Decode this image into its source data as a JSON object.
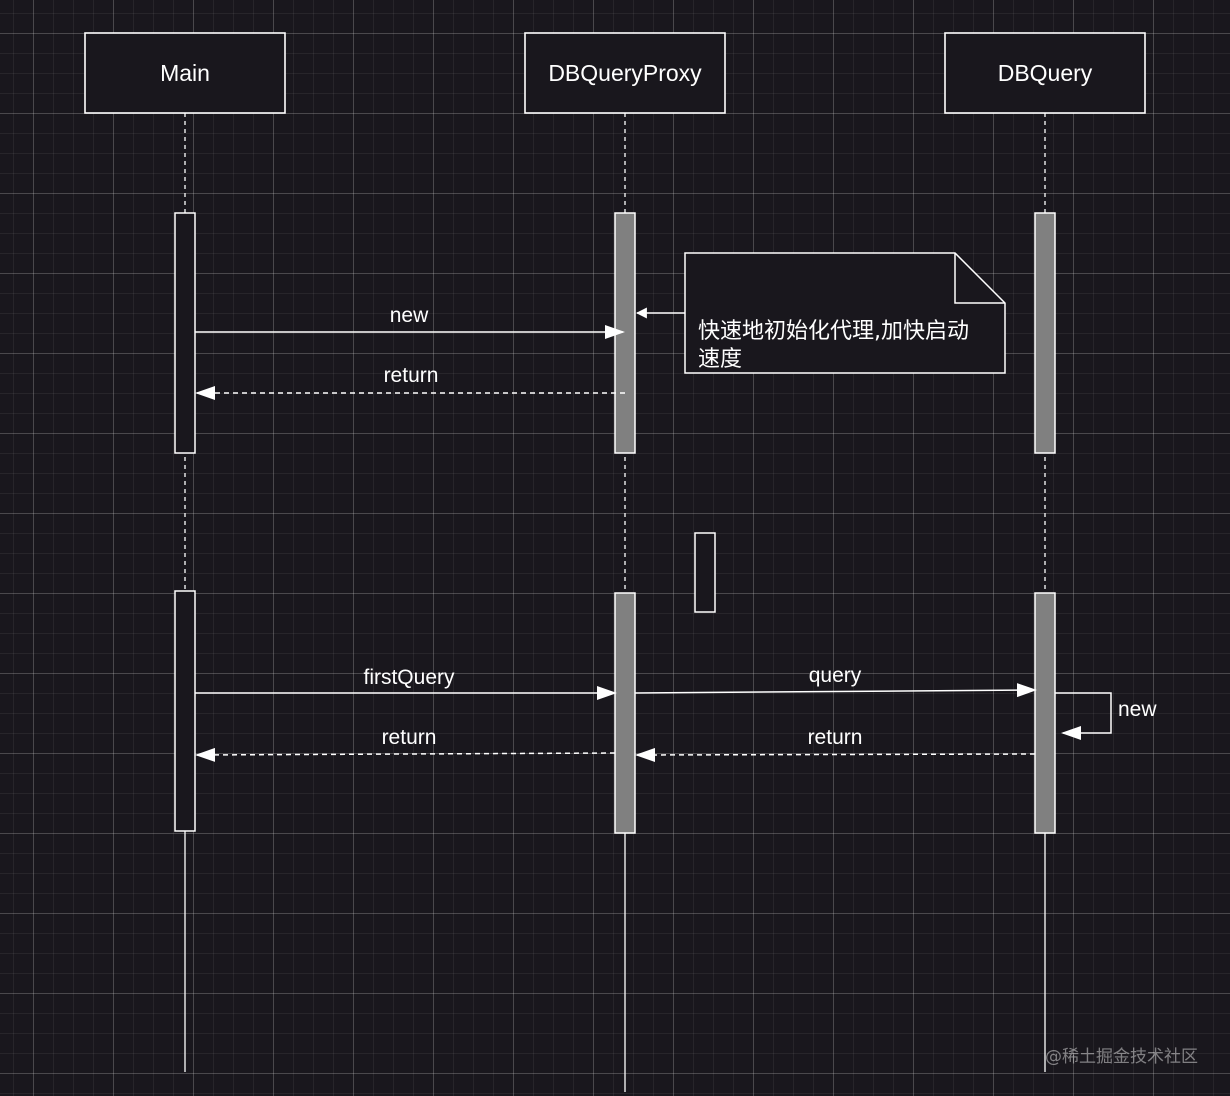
{
  "participants": {
    "main": "Main",
    "proxy": "DBQueryProxy",
    "query": "DBQuery"
  },
  "messages": {
    "new_call": "new",
    "new_return": "return",
    "first_query": "firstQuery",
    "first_return": "return",
    "query_call": "query",
    "query_return": "return",
    "self_new": "new"
  },
  "note": {
    "line1": "快速地初始化代理,加快启动",
    "line2": "速度"
  },
  "watermark": "@稀土掘金技术社区",
  "colors": {
    "background": "#19171d",
    "line": "#ffffff",
    "activation_fill": "#808080"
  }
}
